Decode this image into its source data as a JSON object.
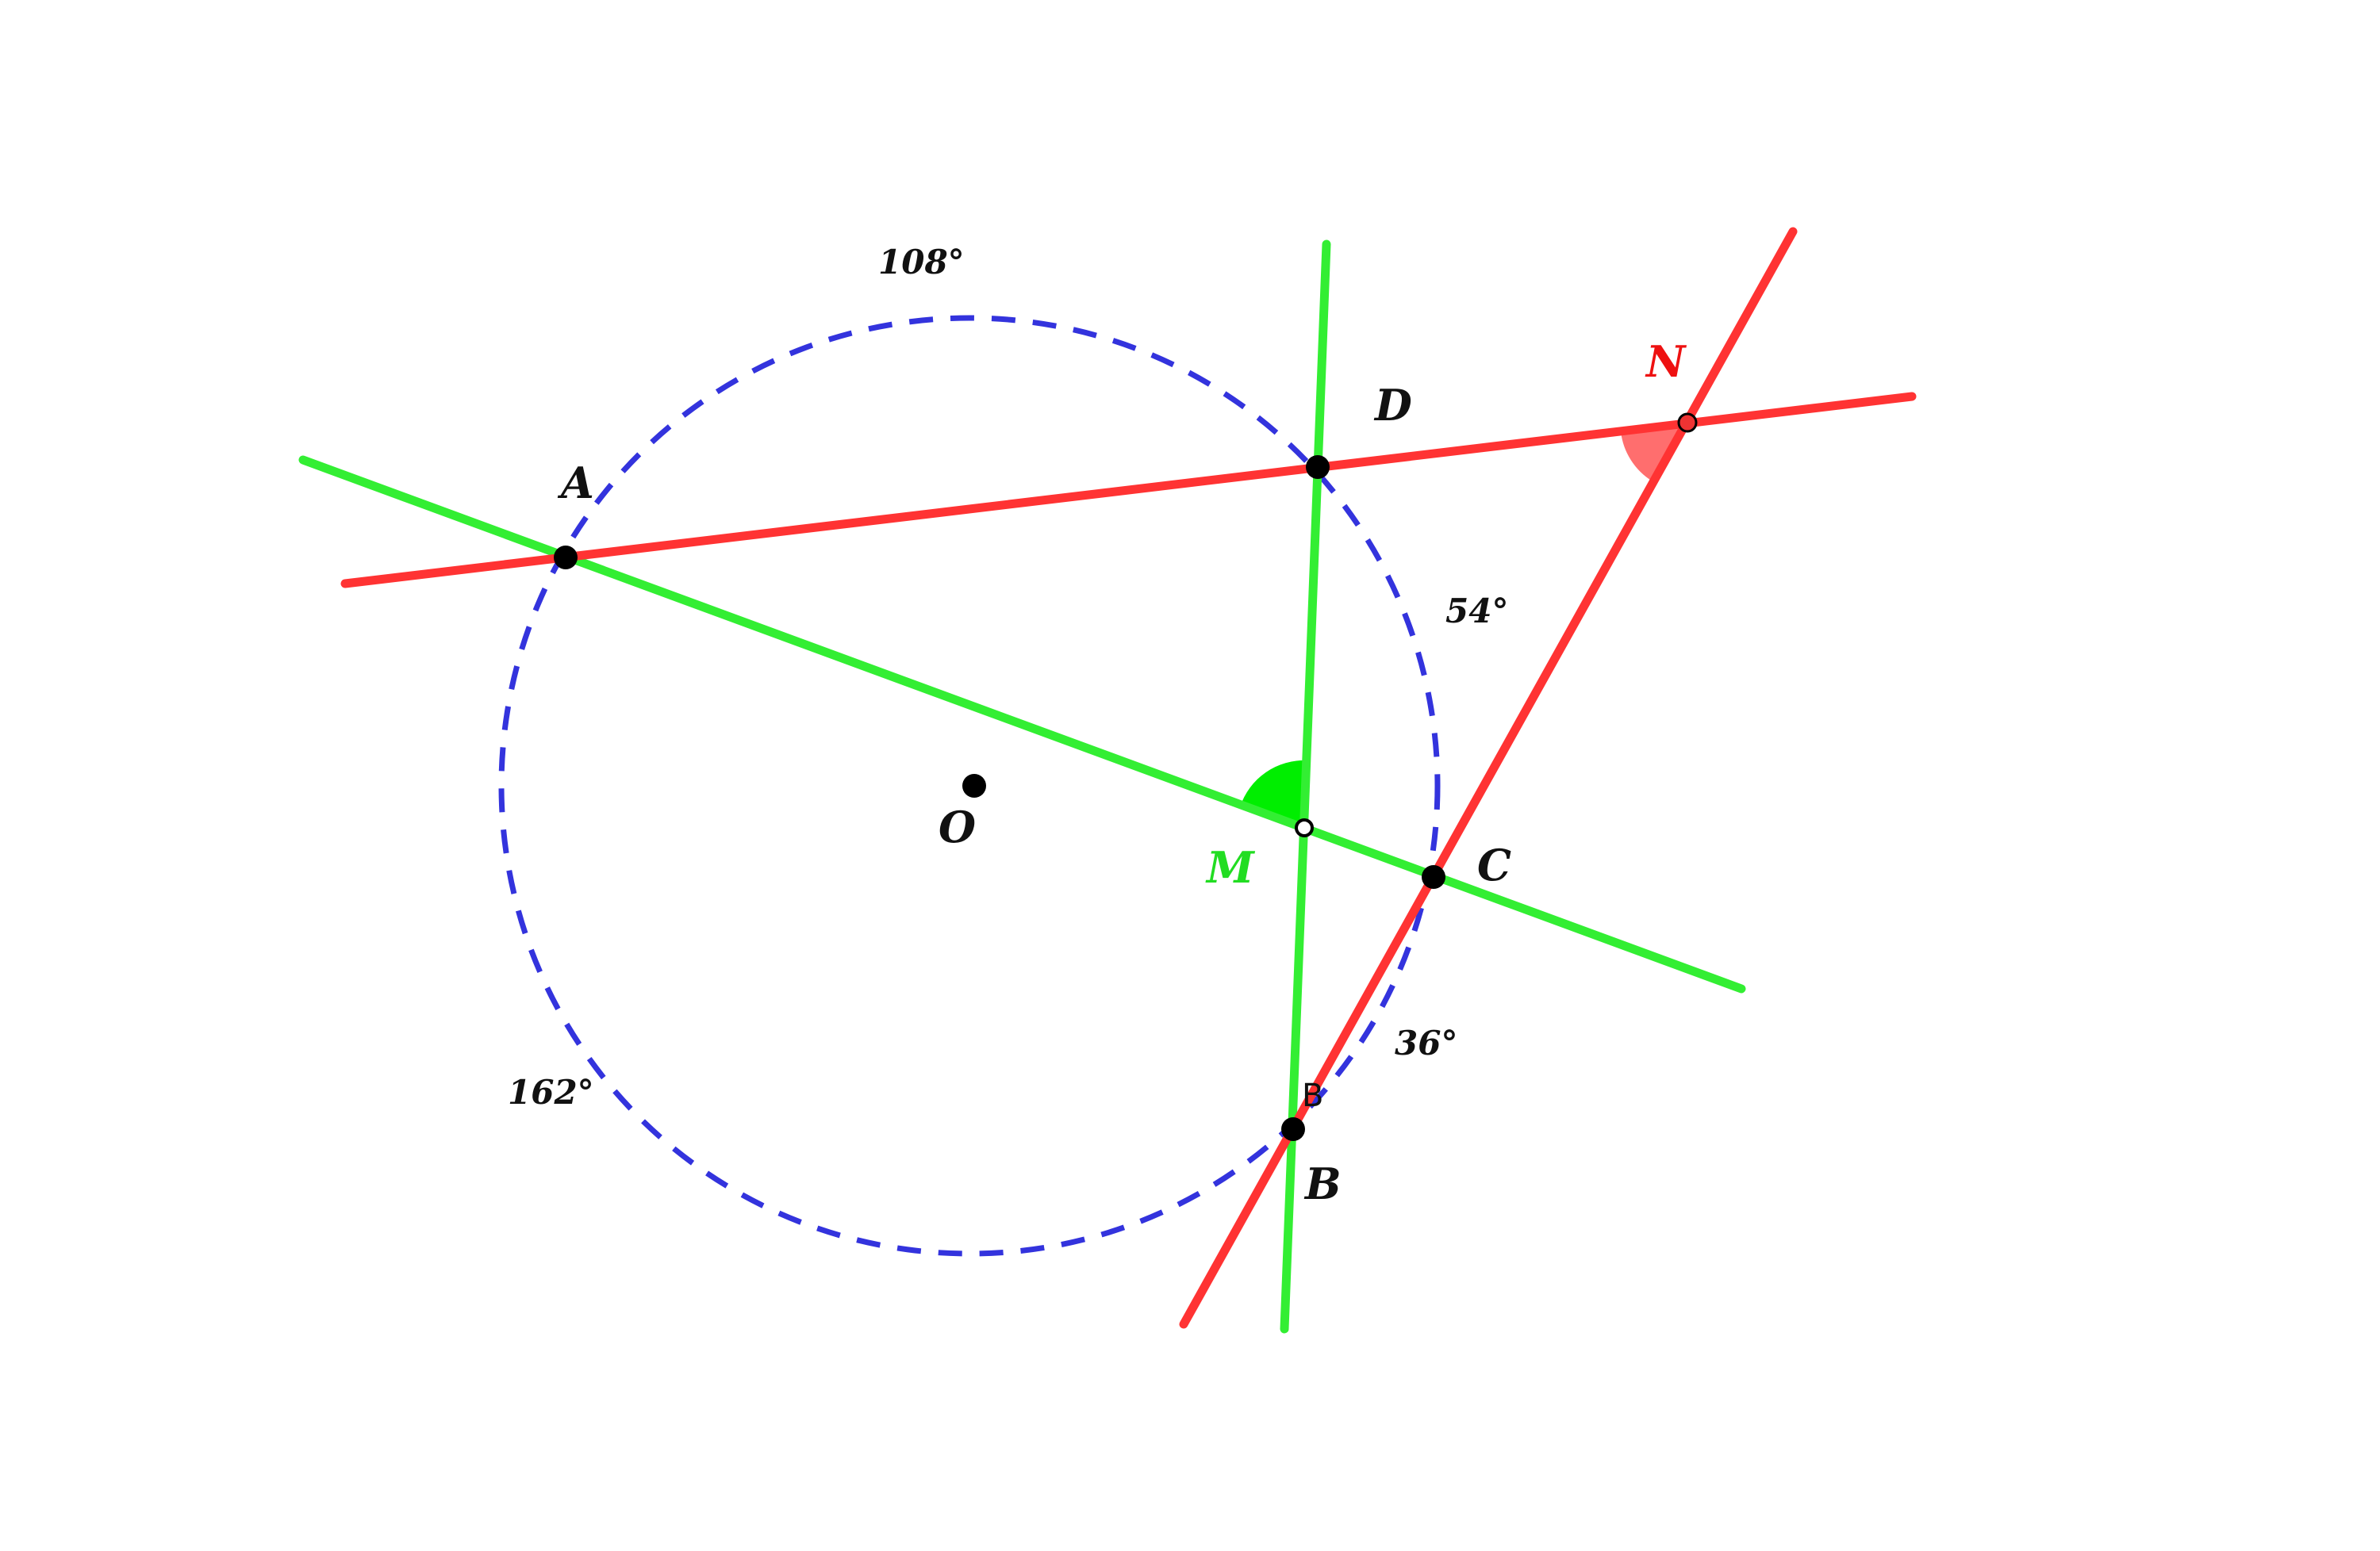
{
  "colors": {
    "circle": "#3333dd",
    "green_lines": "#33ee33",
    "red_lines": "#ff3333",
    "green_angle": "#00ee00",
    "red_angle": "#ff4444",
    "point": "#000000",
    "label_black": "#111111",
    "label_green": "#22dd22",
    "label_red": "#ee1111"
  },
  "points": {
    "A": "A",
    "B": "B",
    "C": "C",
    "D": "D",
    "O": "O",
    "M": "M",
    "N": "N",
    "B_small": "B"
  },
  "arcs": {
    "AD": "108°",
    "DC": "54°",
    "CB": "36°",
    "BA": "162°"
  },
  "figure": {
    "circle_style": "dashed",
    "green_lines": [
      "AC",
      "DB"
    ],
    "red_lines": [
      "AN",
      "BN"
    ],
    "angle_markers": [
      "M",
      "N"
    ]
  }
}
